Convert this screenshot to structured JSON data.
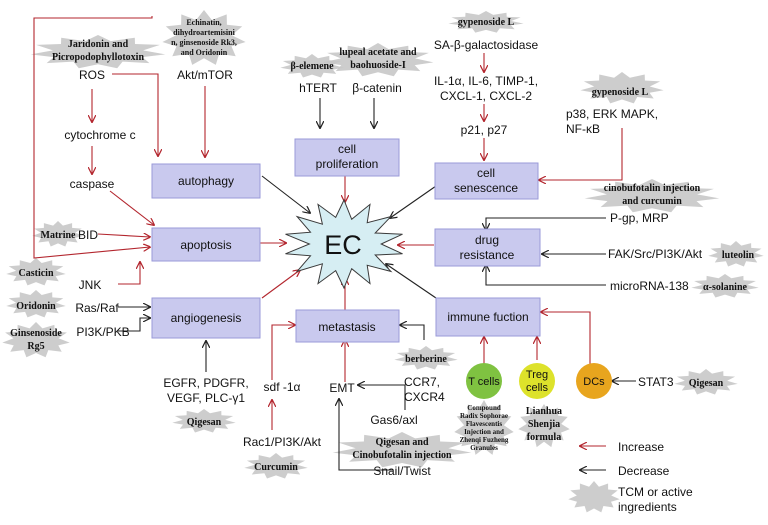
{
  "center": {
    "label": "EC"
  },
  "boxes": {
    "autophagy": "autophagy",
    "cell_proliferation": [
      "cell",
      "proliferation"
    ],
    "cell_senescence": [
      "cell",
      "senescence"
    ],
    "apoptosis": "apoptosis",
    "drug_resistance": [
      "drug",
      "resistance"
    ],
    "angiogenesis": "angiogenesis",
    "metastasis": "metastasis",
    "immune_fuction": "immune fuction"
  },
  "factors": {
    "ros": "ROS",
    "akt_mtor": "Akt/mTOR",
    "cytochrome_c": "cytochrome c",
    "caspase": "caspase",
    "bid": "BID",
    "jnk": "JNK",
    "ras_raf": "Ras/Raf",
    "pi3k_pkb": "PI3K/PKB",
    "htert": "hTERT",
    "beta_catenin": "β-catenin",
    "sa_beta_gal": "SA-β-galactosidase",
    "il_line1": "IL-1α, IL-6, TIMP-1,",
    "il_line2": "CXCL-1, CXCL-2",
    "p21_p27": "p21, p27",
    "p38_line1": "p38, ERK MAPK,",
    "p38_line2": "NF-κB",
    "pgp_mrp": "P-gp, MRP",
    "fak": "FAK/Src/PI3K/Akt",
    "microrna": "microRNA-138",
    "egfr_line1": "EGFR, PDGFR,",
    "egfr_line2": "VEGF, PLC-γ1",
    "sdf": "sdf -1α",
    "rac1": "Rac1/PI3K/Akt",
    "emt": "EMT",
    "gas6": "Gas6/axl",
    "snail": "Snail/Twist",
    "ccr7": "CCR7,",
    "cxcr4": "CXCR4",
    "stat3": "STAT3"
  },
  "cells": {
    "t_cells": [
      "T cells"
    ],
    "treg": [
      "Treg",
      "cells"
    ],
    "dcs": [
      "DCs"
    ]
  },
  "tcm": {
    "jaridonin": [
      "Jaridonin and",
      "Picropodophyllotoxin"
    ],
    "echinatin": [
      "Echinatin,",
      "dihydroartemisini",
      "n, ginsenoside Rk3,",
      "and Oridonin"
    ],
    "beta_elemene": [
      "β-elemene"
    ],
    "lupeal": [
      "lupeal acetate and",
      "baohuoside-I"
    ],
    "gypenoside_top": [
      "gypenoside L"
    ],
    "gypenoside_right": [
      "gypenoside L"
    ],
    "cinobufotalin_curcumin": [
      "cinobufotalin injection",
      "and curcumin"
    ],
    "matrine": [
      "Matrine"
    ],
    "luteolin": [
      "luteolin"
    ],
    "solanine": [
      "α-solanine"
    ],
    "casticin": [
      "Casticin"
    ],
    "oridonin": [
      "Oridonin"
    ],
    "ginsenoside": [
      "Ginsenoside",
      "Rg5"
    ],
    "qigesan_left": [
      "Qigesan"
    ],
    "curcumin": [
      "Curcumin"
    ],
    "berberine": [
      "berberine"
    ],
    "qigesan_cino": [
      "Qigesan and",
      "Cinobufotalin injection"
    ],
    "compound": [
      "Compound",
      "Radix Sophorae",
      "Flavescentis",
      "Injection and",
      "Zhenqi Fuzheng",
      "Granules"
    ],
    "lianhua": [
      "Lianhua",
      "Shenjia",
      "formula"
    ],
    "qigesan_right": [
      "Qigesan"
    ]
  },
  "legend": {
    "increase": "Increase",
    "decrease": "Decrease",
    "tcm_line1": "TCM or active",
    "tcm_line2": "ingredients"
  },
  "colors": {
    "box_fill": "#c9c9ee",
    "box_stroke": "#9a9ad8",
    "center_fill": "#d6eef3",
    "increase_arrow": "#b3262e",
    "decrease_arrow": "#222222",
    "burst_fill": "#c8c8c8",
    "t_cells": "#7fc241",
    "treg": "#dde22b",
    "dcs": "#e8a51e"
  }
}
